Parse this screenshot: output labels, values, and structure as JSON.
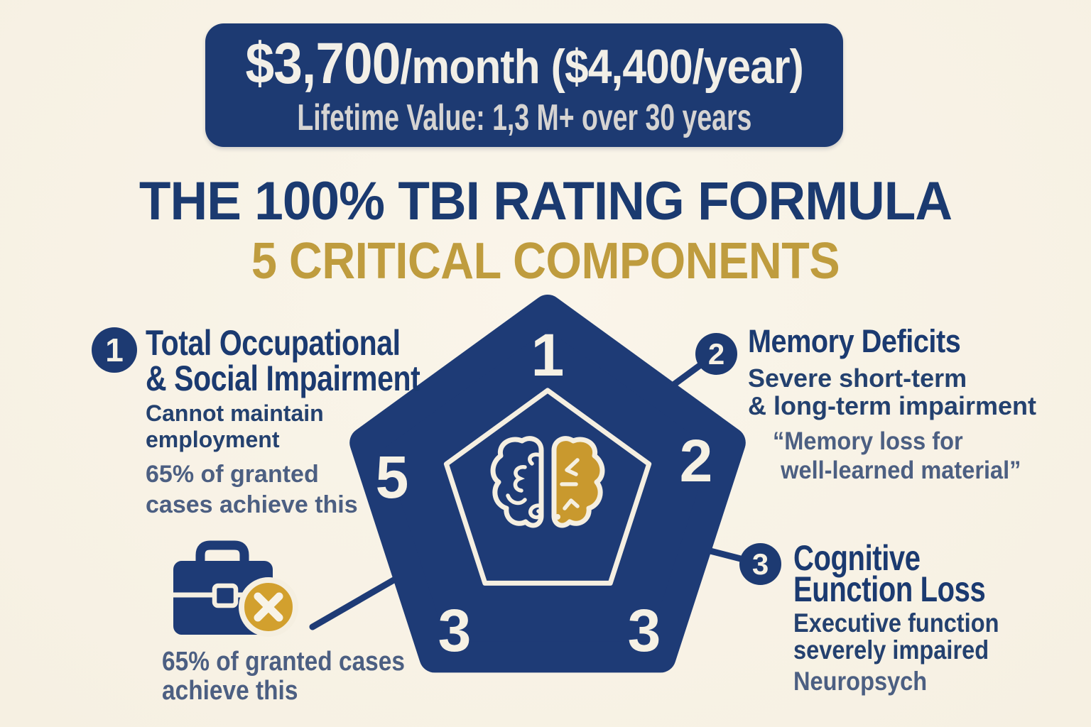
{
  "banner": {
    "amount": "$3,700",
    "amount_suffix": "/month ($4,400/year)",
    "lifetime": "Lifetime Value: 1,3 M+ over 30 years"
  },
  "title": "THE 100% TBI RATING FORMULA",
  "subtitle": "5 CRITICAL COMPONENTS",
  "pentagon": {
    "number_top": "1",
    "number_left": "5",
    "number_right": "2",
    "number_bottom_left": "3",
    "number_bottom_right": "3",
    "center_icon": "split-brain-icon"
  },
  "items": [
    {
      "badge": "1",
      "title_line1": "Total Occupational",
      "title_line2": "& Social Impairment",
      "sub_line1": "Cannot maintain",
      "sub_line2": "employment",
      "note_line1": "65% of granted",
      "note_line2": "cases achieve this"
    },
    {
      "badge": "2",
      "title_line1": "Memory Deficits",
      "sub_line1": "Severe short-term",
      "sub_line2": "& long-term impairment",
      "quote_line1": "“Memory loss for",
      "quote_line2": "well-learned material”"
    },
    {
      "badge": "3",
      "title_line1": "Cognitive",
      "title_line2": "Eunction Loss",
      "sub_line1": "Executive function",
      "sub_line2": "severely impaired",
      "note_line1": "Neuropsych"
    }
  ],
  "briefcase": {
    "caption_line1": "65% of granted cases",
    "caption_line2": "achieve this"
  },
  "colors": {
    "navy": "#1e3b76",
    "navy_text": "#1b3a70",
    "slate": "#4c5f82",
    "gold": "#c9992e",
    "gold_title": "#bf9c3e",
    "cream_background": "#f8f3e7"
  }
}
